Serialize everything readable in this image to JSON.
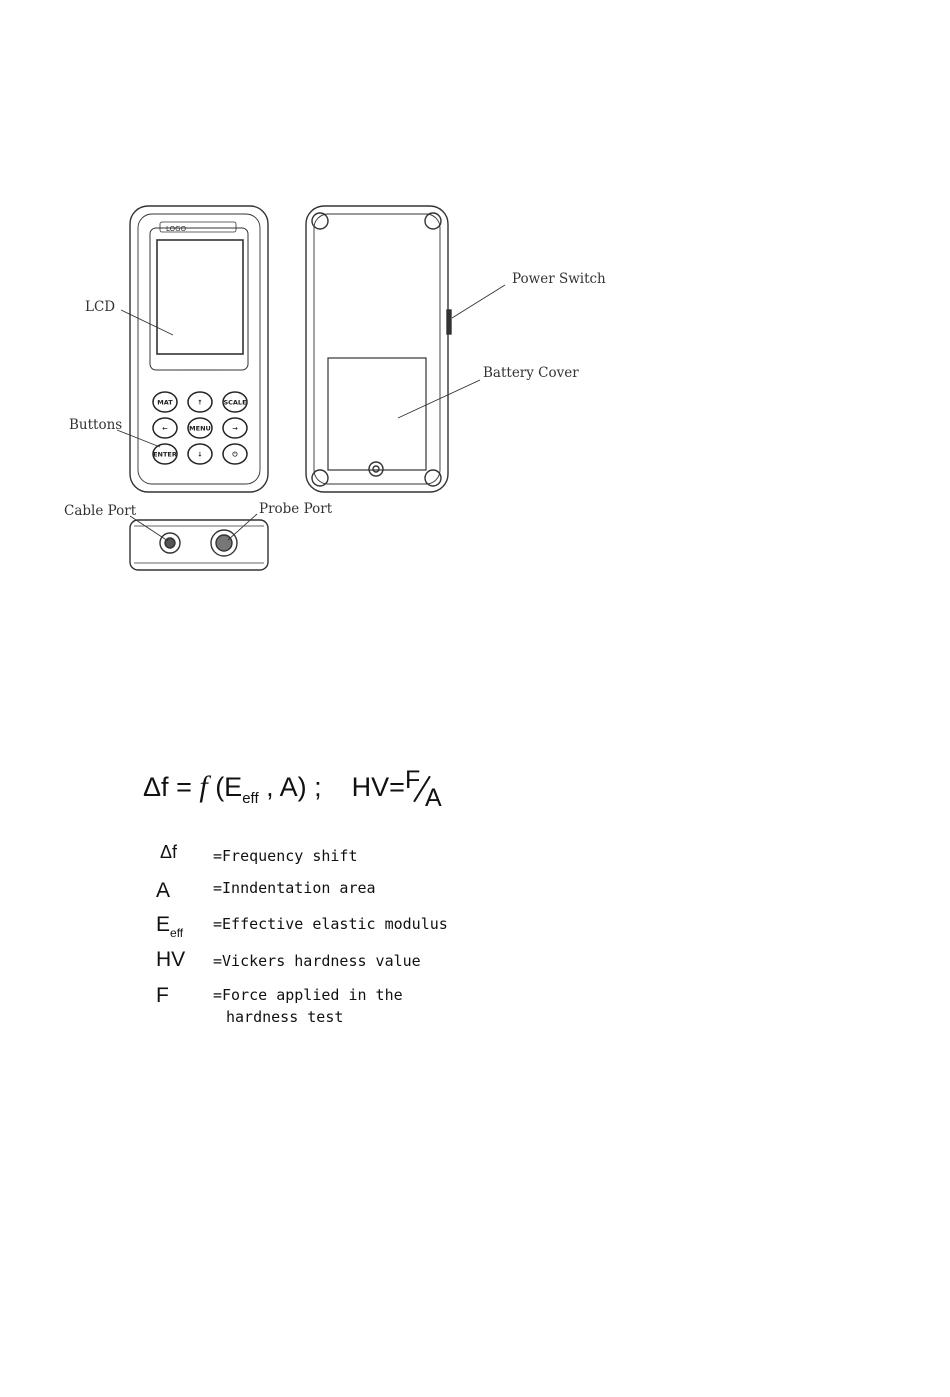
{
  "diagram": {
    "labels": {
      "lcd": "LCD",
      "buttons": "Buttons",
      "power_switch": "Power Switch",
      "battery_cover": "Battery Cover",
      "cable_port": "Cable Port",
      "probe_port": "Probe Port"
    },
    "keys": [
      "MAT",
      "↑",
      "SCALE",
      "←",
      "MENU",
      "→",
      "ENTER",
      "↓",
      "⏻"
    ]
  },
  "formula": {
    "delta_f": "Δf",
    "equals_fn": "= ",
    "fn": "f",
    "open": " (E",
    "eff": "eff",
    "rest": " , A) ;",
    "hv": "HV=",
    "num": "F",
    "den": "A"
  },
  "legend": [
    {
      "symbol": "Δf",
      "text": "=Frequency shift",
      "text2": ""
    },
    {
      "symbol": "A",
      "text": "=Inndentation area",
      "text2": ""
    },
    {
      "symbol": "E",
      "sub": "eff",
      "text": "=Effective elastic modulus",
      "text2": ""
    },
    {
      "symbol": "HV",
      "text": "=Vickers hardness value",
      "text2": ""
    },
    {
      "symbol": "F",
      "text": "=Force applied in the",
      "text2": "hardness test"
    }
  ]
}
